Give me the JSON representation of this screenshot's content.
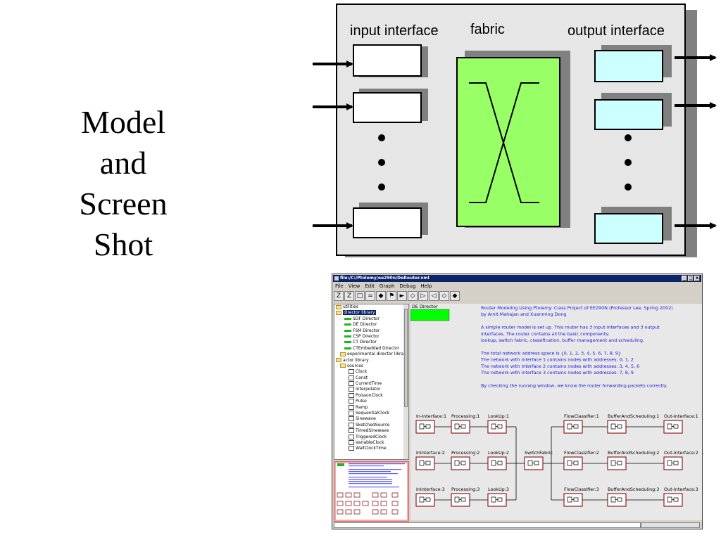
{
  "slide": {
    "title_lines": [
      "Model",
      "and",
      "Screen",
      "Shot"
    ]
  },
  "diagram": {
    "input_label": "input interface",
    "fabric_label": "fabric",
    "output_label": "output interface",
    "colors": {
      "fabric": "#99ff66",
      "output_box": "#ccffff",
      "shadow": "#808080",
      "frame": "#e6e6e6"
    }
  },
  "window": {
    "title": "file:/C:/Ptolemy/ee290n/DeRouter.xml",
    "controls": [
      "_",
      "□",
      "x"
    ],
    "menu": [
      "File",
      "View",
      "Edit",
      "Graph",
      "Debug",
      "Help"
    ],
    "toolbar_icons": [
      "zoom-reset-icon",
      "zoom-in-icon",
      "zoom-fit-icon",
      "zoom-out-icon",
      "run-icon",
      "pause-icon",
      "stop-icon",
      "port-icon",
      "input-port-icon",
      "output-port-icon",
      "io-port-icon",
      "relation-icon"
    ]
  },
  "library": {
    "items": [
      {
        "label": "utilities",
        "icon": "folder",
        "indent": 0
      },
      {
        "label": "director library",
        "icon": "folder",
        "indent": 0,
        "selected": true
      },
      {
        "label": "SDF Director",
        "icon": "director",
        "indent": 2
      },
      {
        "label": "DE Director",
        "icon": "director",
        "indent": 2
      },
      {
        "label": "FSM Director",
        "icon": "director",
        "indent": 2
      },
      {
        "label": "CSP Director",
        "icon": "director",
        "indent": 2
      },
      {
        "label": "CT Director",
        "icon": "director",
        "indent": 2
      },
      {
        "label": "CTEmbedded Director",
        "icon": "director",
        "indent": 2
      },
      {
        "label": "experimental director libra",
        "icon": "folder",
        "indent": 1
      },
      {
        "label": "actor library",
        "icon": "folder",
        "indent": 0
      },
      {
        "label": "sources",
        "icon": "folder",
        "indent": 1
      },
      {
        "label": "Clock",
        "icon": "actor",
        "indent": 3
      },
      {
        "label": "Const",
        "icon": "actor",
        "indent": 3
      },
      {
        "label": "CurrentTime",
        "icon": "actor",
        "indent": 3
      },
      {
        "label": "Interpolator",
        "icon": "actor",
        "indent": 3
      },
      {
        "label": "PoissonClock",
        "icon": "actor",
        "indent": 3
      },
      {
        "label": "Pulse",
        "icon": "actor",
        "indent": 3
      },
      {
        "label": "Ramp",
        "icon": "actor",
        "indent": 3
      },
      {
        "label": "SequentialClock",
        "icon": "actor",
        "indent": 3
      },
      {
        "label": "Sinewave",
        "icon": "actor",
        "indent": 3
      },
      {
        "label": "SketchedSource",
        "icon": "actor",
        "indent": 3
      },
      {
        "label": "TimedSinewave",
        "icon": "actor",
        "indent": 3
      },
      {
        "label": "TriggeredClock",
        "icon": "actor",
        "indent": 3
      },
      {
        "label": "VariableClock",
        "icon": "actor",
        "indent": 3
      },
      {
        "label": "WallClockTime",
        "icon": "actor",
        "indent": 3
      }
    ]
  },
  "canvas": {
    "director_label": "DE Director",
    "description": [
      "Router Modeling Using Ptolemy: Class Project of EE290N (Professor Lee, Spring 2002)",
      "by Amit Mahajan and Xuanming Dong",
      "",
      "A simple router model is set up. This router has 3 input interfaces and 3 output",
      "interfaces. The router contains all the basic components:",
      "lookup, switch fabric, classification, buffer management and scheduling.",
      "",
      "The total network address space is {0, 1, 2, 3, 4, 5, 6, 7, 8, 9}",
      "The network with interface 1 contains nodes with addresses: 0, 1, 2",
      "The network with interface 2 contains nodes with addresses: 3, 4, 5, 6",
      "The network with interface 3 contains nodes with addresses: 7, 8, 9",
      "",
      "By checking the running window, we know the router forwarding packets correctly."
    ],
    "actors": [
      "In-Interface:1",
      "Processing:1",
      "LookUp:1",
      "InInterface:2",
      "Processing:2",
      "LookUp:2",
      "InInterface:3",
      "Processing:3",
      "LookUp:3",
      "SwitchFabric",
      "FlowClassifier:1",
      "BufferAndScheduling:1",
      "Out-Interface:1",
      "FlowClassifier:2",
      "BufferAndScheduling:2",
      "Out-Interface:2",
      "FlowClassifier:3",
      "BufferAndScheduling:3",
      "Out-Interface:3"
    ],
    "colors": {
      "text": "#1818e0",
      "director": "#00ff00",
      "actor_border": "#8b2020"
    }
  }
}
